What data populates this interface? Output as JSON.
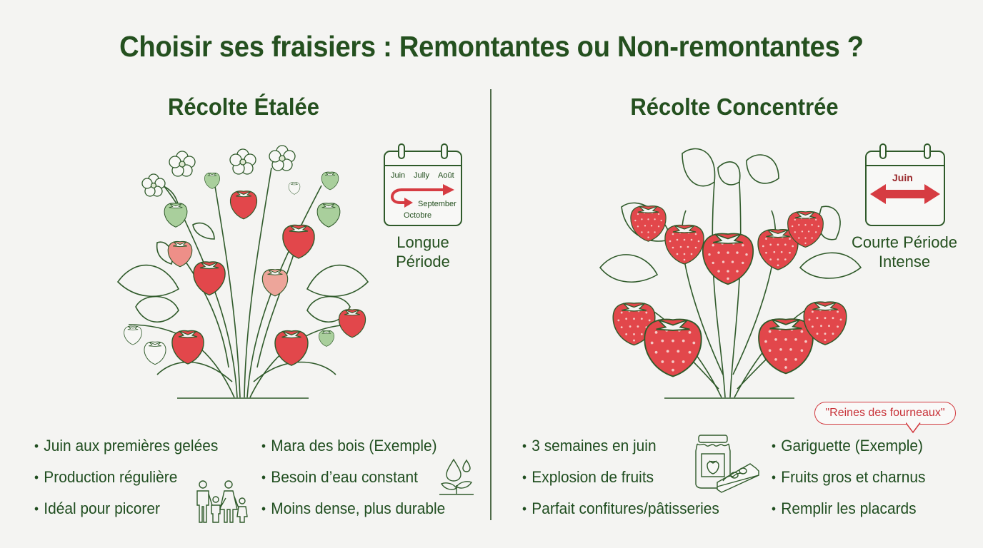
{
  "title": "Choisir ses fraisiers : Remontantes ou Non-remontantes ?",
  "colors": {
    "text_green": "#24501f",
    "line_green": "#2f5a2a",
    "berry_red": "#e2474b",
    "accent_red": "#d23a3f",
    "unripe_green": "#a9cf9c",
    "background": "#f4f4f2"
  },
  "left": {
    "heading": "Récolte Étalée",
    "calendar": {
      "months_row": [
        "Juin",
        "Jully",
        "Août"
      ],
      "month_september": "September",
      "month_october": "Octobre",
      "icon": "calendar-long-period-icon"
    },
    "caption_line1": "Longue",
    "caption_line2": "Période",
    "bullets_col1": [
      "Juin aux premières gelées",
      "Production régulière",
      "Idéal pour picorer"
    ],
    "bullets_col2": [
      "Mara des bois (Exemple)",
      "Besoin d’eau constant",
      "Moins dense, plus durable"
    ],
    "icons": [
      "strawberry-plant-spread-icon",
      "family-icon",
      "water-drop-sprout-icon"
    ]
  },
  "right": {
    "heading": "Récolte Concentrée",
    "calendar": {
      "month": "Juin",
      "icon": "calendar-short-period-icon"
    },
    "caption_line1": "Courte Période",
    "caption_line2": "Intense",
    "speech_bubble": "\"Reines des fourneaux\"",
    "bullets_col1": [
      "3 semaines en juin",
      "Explosion de fruits",
      "Parfait confitures/pâtisseries"
    ],
    "bullets_col2": [
      "Gariguette (Exemple)",
      "Fruits gros et charnus",
      "Remplir les placards"
    ],
    "icons": [
      "strawberry-plant-dense-icon",
      "jam-jar-pie-icon"
    ]
  },
  "bullet_char": "•"
}
